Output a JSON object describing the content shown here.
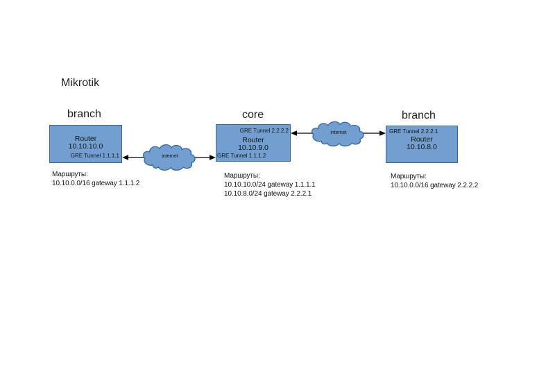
{
  "title": "Mikrotik",
  "colors": {
    "shape_fill": "#729fcf",
    "shape_border": "#3465a4",
    "arrow": "#000000",
    "text": "#141414",
    "background": "#ffffff"
  },
  "nodes": [
    {
      "label": "branch",
      "router_name": "Router",
      "network": "10.10.10.0",
      "tunnel_bottom": "GRE Tunnel 1.1.1.1",
      "routes_title": "Маршруты:",
      "routes": [
        "10.10.0.0/16 gateway 1.1.1.2"
      ]
    },
    {
      "label": "core",
      "tunnel_top": "GRE Tunnel 2.2.2.2",
      "router_name": "Router",
      "network": "10.10.9.0",
      "tunnel_bottom": "GRE Tunnel 1.1.1.2",
      "routes_title": "Маршруты:",
      "routes": [
        "10.10.10.0/24 gateway 1.1.1.1",
        "10.10.8.0/24 gateway 2.2.2.1"
      ]
    },
    {
      "label": "branch",
      "tunnel_top": "GRE Tunnel 2.2.2.1",
      "router_name": "Router",
      "network": "10.10.8.0",
      "routes_title": "Маршруты:",
      "routes": [
        "10.10.0.0/16 gateway 2.2.2.2"
      ]
    }
  ],
  "clouds": [
    {
      "label": "internet"
    },
    {
      "label": "internet"
    }
  ]
}
